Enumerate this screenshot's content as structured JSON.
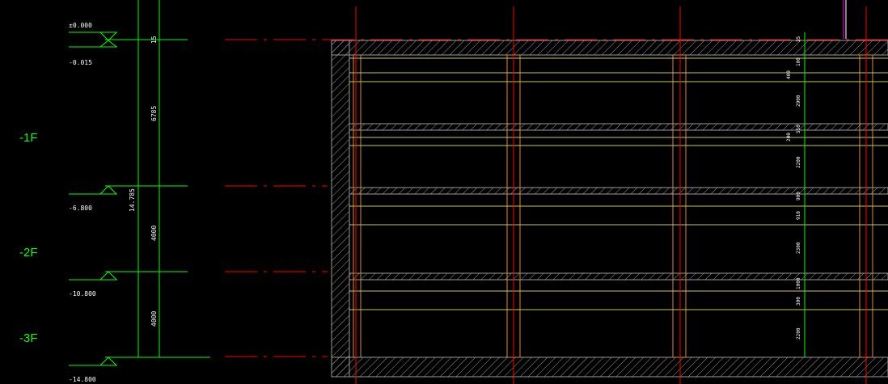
{
  "colors": {
    "background": "#000000",
    "green": "#00ff00",
    "red": "#ff0000",
    "white": "#ffffff",
    "yellow": "#c8c850",
    "orange": "#e08a2c",
    "gray_hatch": "#9a9a9a",
    "magenta": "#ff00ff"
  },
  "levels": [
    {
      "label": "±0.000",
      "label2": "-0.015"
    },
    {
      "label": "-6.800"
    },
    {
      "label": "-10.800"
    },
    {
      "label": "-14.800"
    }
  ],
  "floors": [
    "-1F",
    "-2F",
    "-3F"
  ],
  "dimensions": {
    "total": "14.785",
    "segments": [
      "15",
      "6785",
      "4000",
      "4000"
    ]
  },
  "right_dims": [
    "25",
    "100",
    "400",
    "2900",
    "550",
    "200",
    "2200",
    "900",
    "910",
    "2300",
    "1000",
    "300",
    "2200"
  ]
}
